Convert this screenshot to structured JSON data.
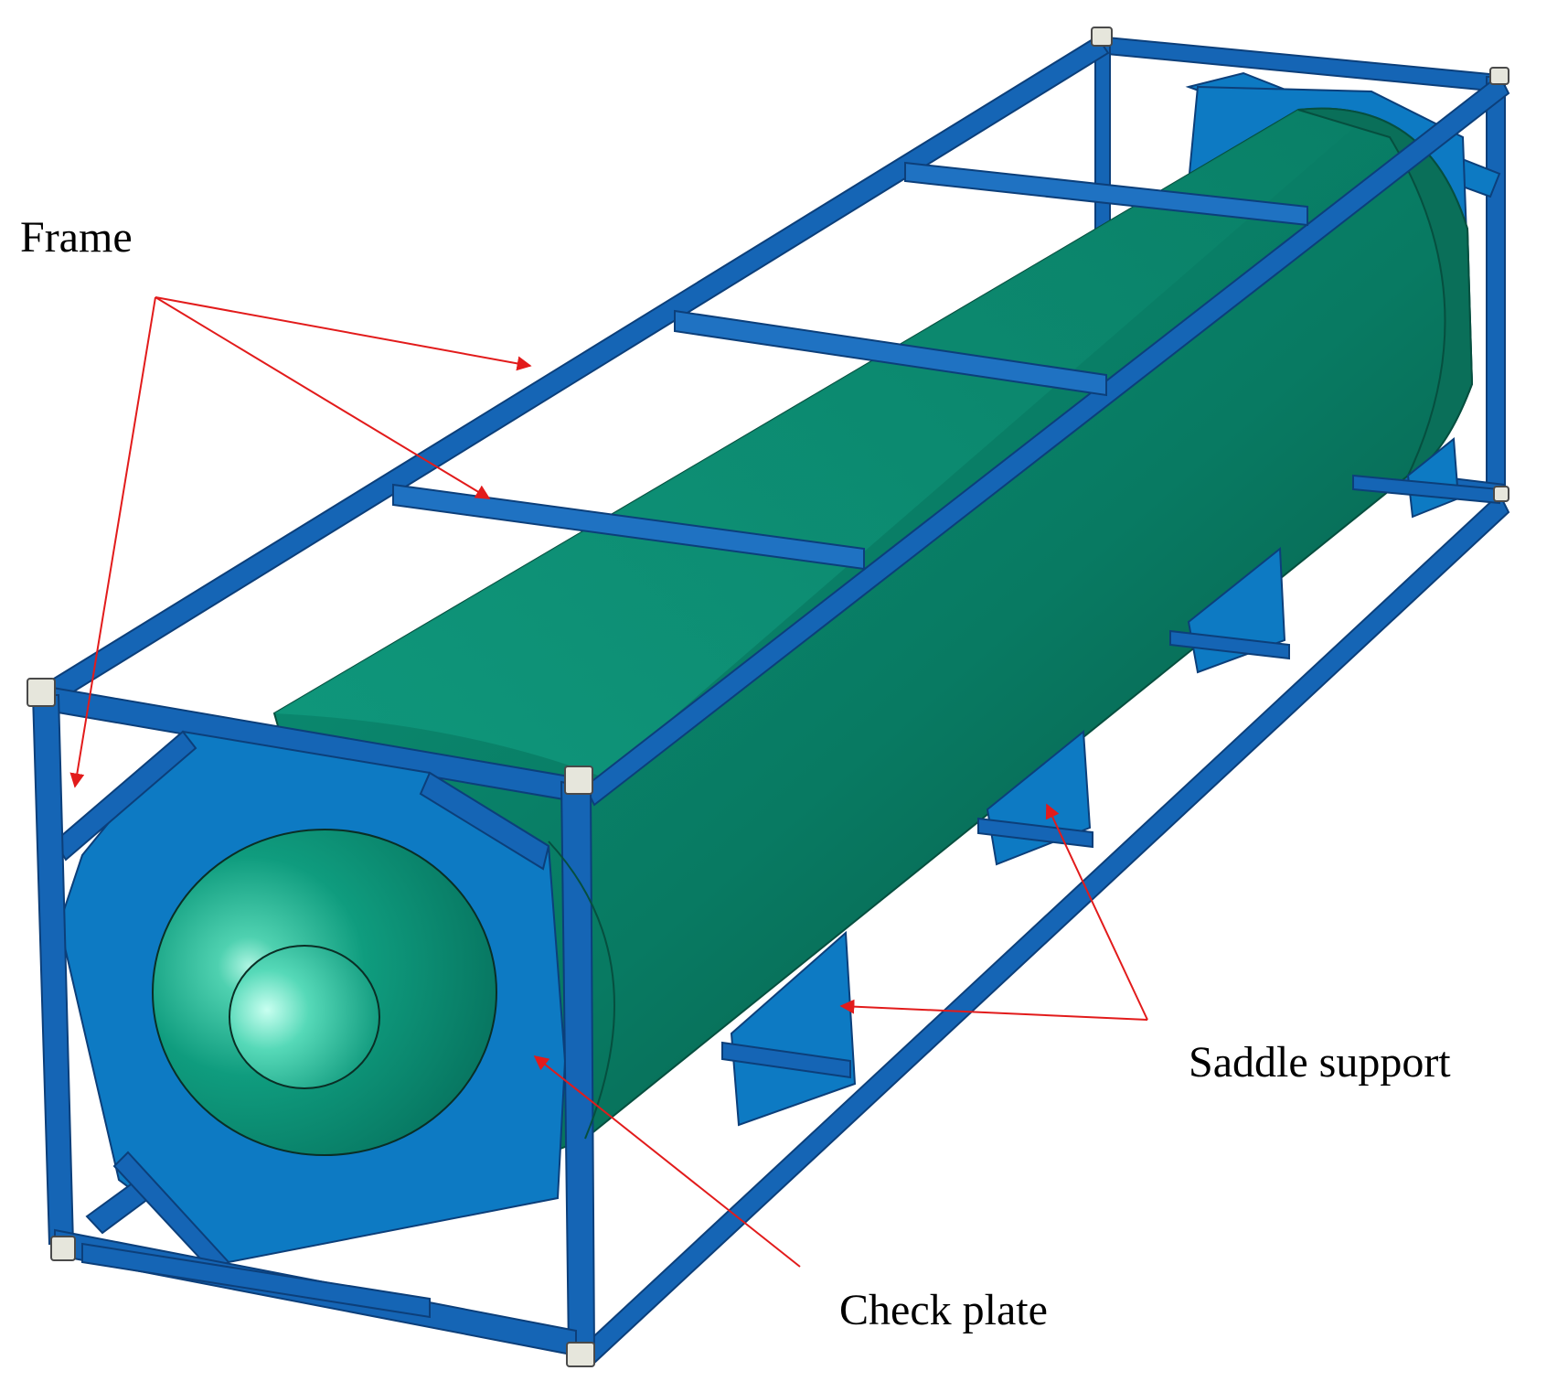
{
  "labels": {
    "frame": "Frame",
    "saddle_support": "Saddle support",
    "check_plate": "Check plate"
  },
  "colors": {
    "frame_blue": "#1565b5",
    "frame_blue_dark": "#0c3f7a",
    "plate_blue": "#0d7ac3",
    "tank_green": "#0a8a6e",
    "tank_green_dark": "#075a47",
    "tank_highlight": "#9ff0dc",
    "corner_fitting": "#e6e6dc",
    "arrow_red": "#e21b1b"
  }
}
